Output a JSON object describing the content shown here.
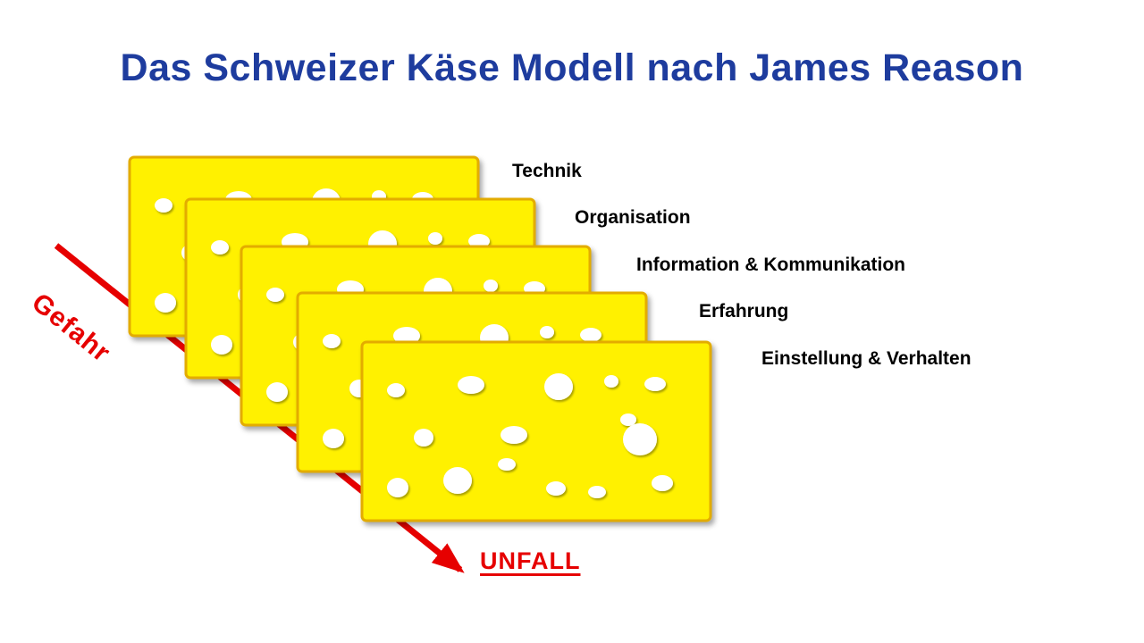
{
  "title": "Das Schweizer Käse Modell nach James Reason",
  "layers": [
    {
      "label": "Technik"
    },
    {
      "label": "Organisation"
    },
    {
      "label": "Information & Kommunikation"
    },
    {
      "label": "Erfahrung"
    },
    {
      "label": "Einstellung & Verhalten"
    }
  ],
  "arrow": {
    "start_label": "Gefahr",
    "end_label": "UNFALL"
  },
  "colors": {
    "background": "#ffffff",
    "title_text": "#1e3c9e",
    "layer_label_text": "#000000",
    "arrow_red": "#e60000",
    "cheese_fill": "#fff100",
    "cheese_border": "#e3ac00",
    "hole_fill": "#ffffff"
  }
}
